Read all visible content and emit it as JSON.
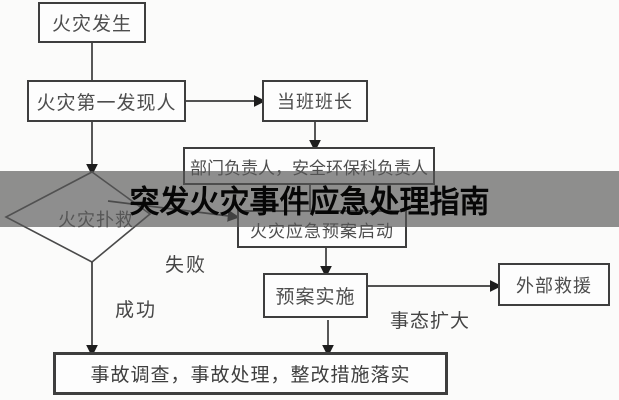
{
  "overlay": {
    "title": "突发火灾事件应急处理指南",
    "background_color": "#555555",
    "title_color": "#060606"
  },
  "flowchart": {
    "nodes": {
      "fire_occurs": {
        "label": "火灾发生"
      },
      "first_discoverer": {
        "label": "火灾第一发现人"
      },
      "shift_leader": {
        "label": "当班班长"
      },
      "dept_heads": {
        "label": "部门负责人，安全环保科负责人"
      },
      "fire_fighting": {
        "label": "火灾扑救"
      },
      "plan_activation": {
        "label": "火灾应急预案启动"
      },
      "plan_implementation": {
        "label": "预案实施"
      },
      "external_rescue": {
        "label": "外部救援"
      },
      "investigation": {
        "label": "事故调查，事故处理，整改措施落实"
      }
    },
    "edge_labels": {
      "fail": "失败",
      "success": "成功",
      "escalation": "事态扩大"
    },
    "colors": {
      "line": "#3a3a3a",
      "box_border": "#3e3e3e",
      "text": "#4d4d4d",
      "background": "#fbfbfa"
    }
  }
}
